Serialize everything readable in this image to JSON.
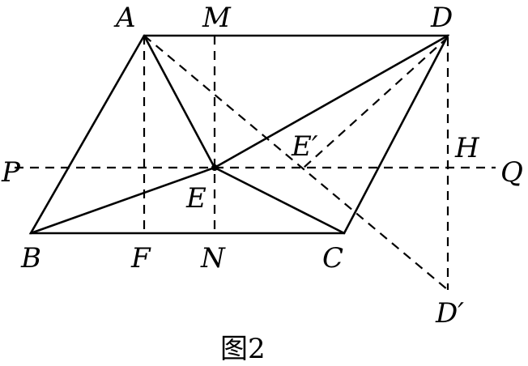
{
  "diagram": {
    "points": [
      {
        "id": "A",
        "label": "A"
      },
      {
        "id": "M",
        "label": "M"
      },
      {
        "id": "D",
        "label": "D"
      },
      {
        "id": "P",
        "label": "P"
      },
      {
        "id": "E2",
        "label": "E′"
      },
      {
        "id": "H",
        "label": "H"
      },
      {
        "id": "Q",
        "label": "Q"
      },
      {
        "id": "E",
        "label": "E"
      },
      {
        "id": "B",
        "label": "B"
      },
      {
        "id": "F",
        "label": "F"
      },
      {
        "id": "N",
        "label": "N"
      },
      {
        "id": "C",
        "label": "C"
      },
      {
        "id": "D2",
        "label": "D′"
      }
    ],
    "caption": "图2"
  }
}
